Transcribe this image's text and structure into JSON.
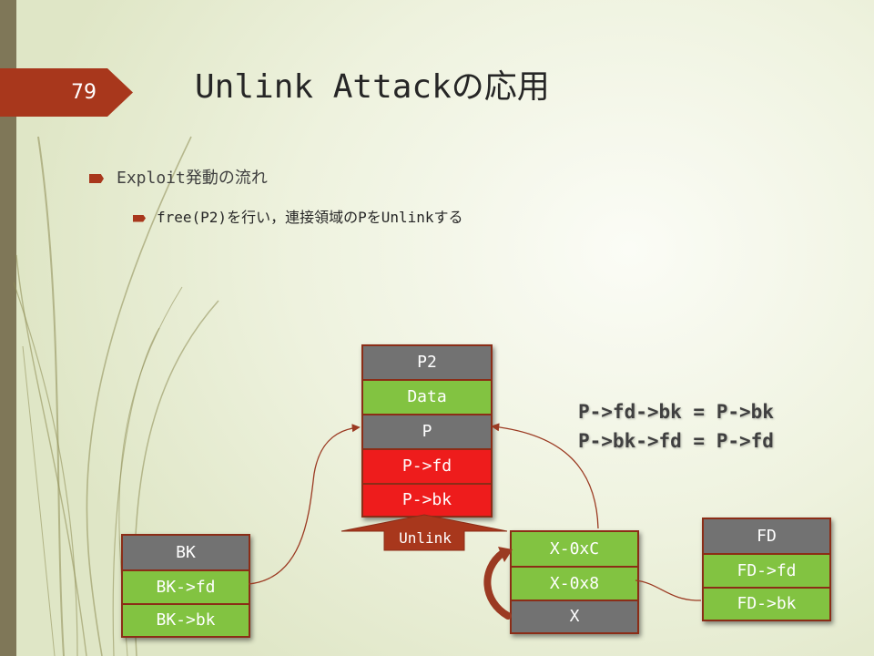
{
  "slide": {
    "page_number": "79",
    "title": "Unlink Attackの応用"
  },
  "bullets": {
    "level1": "Exploit発動の流れ",
    "level2": "free(P2)を行い，連接領域のPをUnlinkする"
  },
  "diagram": {
    "p2_chunk": [
      "P2",
      "Data",
      "P",
      "P->fd",
      "P->bk"
    ],
    "bk_chunk": [
      "BK",
      "BK->fd",
      "BK->bk"
    ],
    "x_chunk": [
      "X-0xC",
      "X-0x8",
      "X"
    ],
    "fd_chunk": [
      "FD",
      "FD->fd",
      "FD->bk"
    ],
    "unlink_label": "Unlink",
    "equations": [
      "P->fd->bk = P->bk",
      "P->bk->fd = P->fd"
    ]
  },
  "colors": {
    "accent": "#a8371c",
    "cell_gray": "#727272",
    "cell_green": "#82c341",
    "cell_red": "#ee1c1c",
    "arrow": "#9b3a22"
  }
}
